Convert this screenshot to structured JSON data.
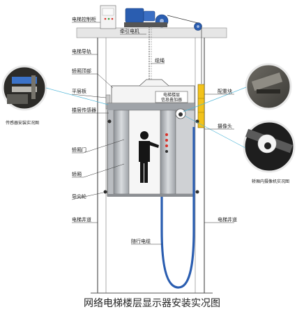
{
  "labels": {
    "control_cabinet": "电梯控制柜",
    "traction_motor": "牵引电机",
    "guide_rail": "电梯导轨",
    "cable": "缆绳",
    "car_top": "轿厢顶部",
    "leveling_plate": "平层板",
    "floor_sensor": "楼层传感器",
    "sensor_photo": "传感器安装实况图",
    "car_door": "轿厢门",
    "car": "轿厢",
    "guide_wheel": "导向轮",
    "shaft_left": "电梯井道",
    "shaft_right": "电梯井道",
    "counterweight": "配重块",
    "camera": "摄像头",
    "camera_photo": "轿厢内摄像机实况图",
    "travel_cable": "随行电缆",
    "overlay_line1": "电梯楼层",
    "overlay_line2": "信息叠加器"
  },
  "caption": "网络电梯楼层显示器安装实况图",
  "colors": {
    "blue": "#2a5db0",
    "cyan_line": "#4fb6d8",
    "yellow": "#f2c21b",
    "red": "#d9322a"
  }
}
